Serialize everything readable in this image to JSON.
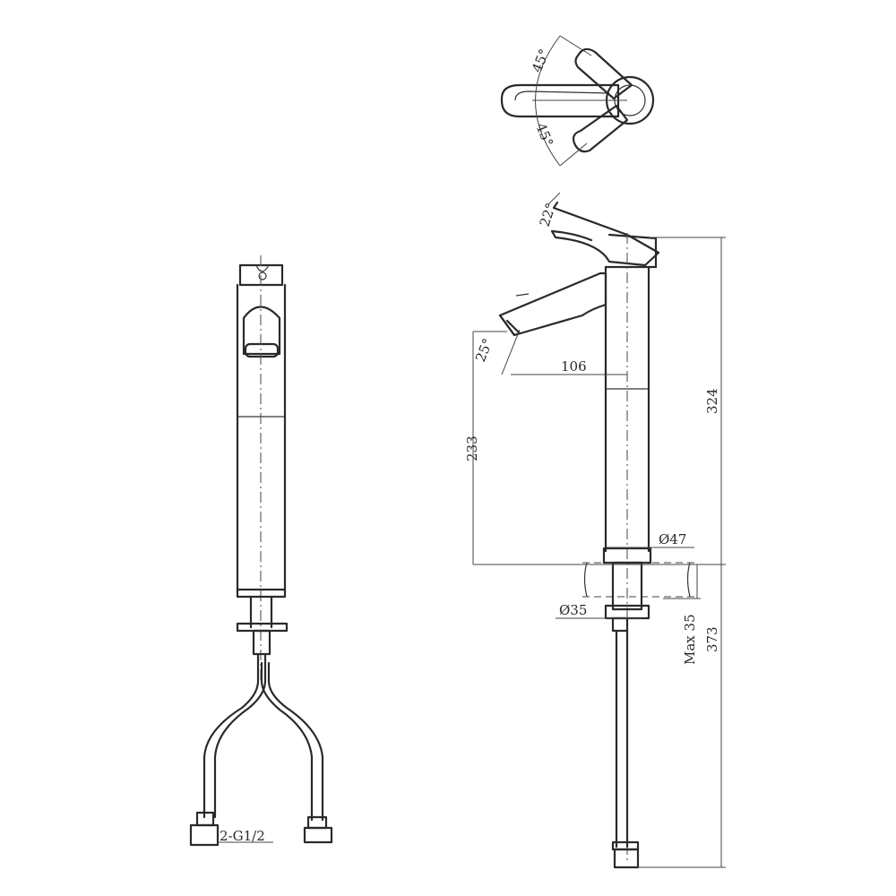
{
  "top_view": {
    "angle_upper": "45°",
    "angle_lower": "45°"
  },
  "side_view": {
    "handle_angle": "22°",
    "spout_angle": "25°",
    "spout_reach": "106",
    "spout_height": "233",
    "total_height": "324",
    "body_diameter": "Ø47",
    "shank_diameter": "Ø35",
    "max_deck_thickness": "Max 35",
    "hose_length": "373"
  },
  "front_view": {
    "hose_connection": "2-G1/2"
  }
}
